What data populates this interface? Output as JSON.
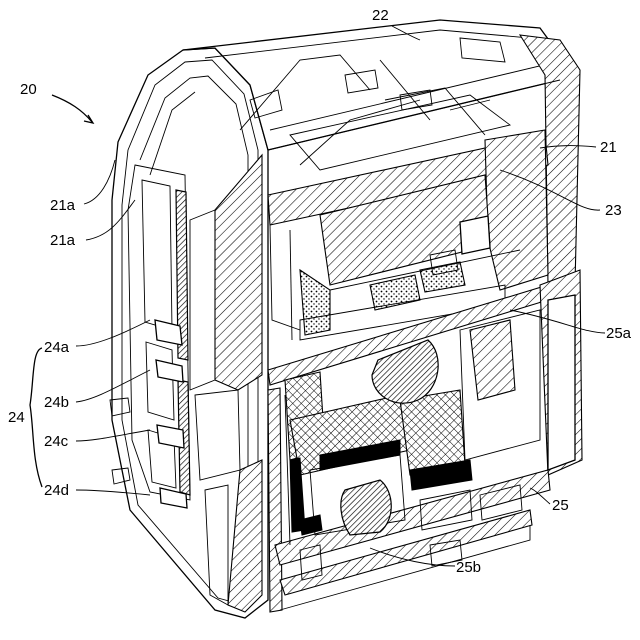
{
  "figure": {
    "labels": {
      "l20": "20",
      "l22": "22",
      "l21": "21",
      "l21a_1": "21a",
      "l21a_2": "21a",
      "l23": "23",
      "l25a": "25a",
      "l24a": "24a",
      "l24b": "24b",
      "l24": "24",
      "l24c": "24c",
      "l24d": "24d",
      "l25": "25",
      "l25b": "25b"
    }
  }
}
